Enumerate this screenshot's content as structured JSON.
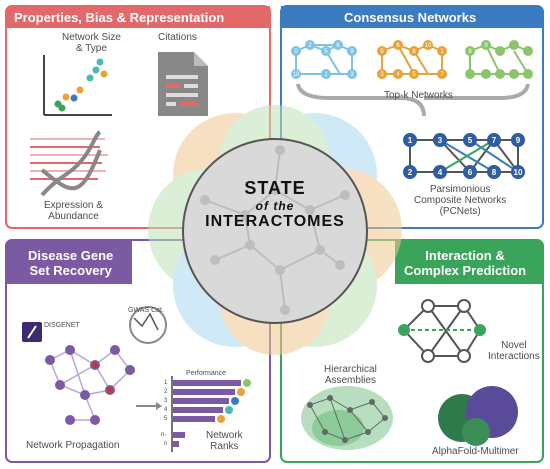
{
  "panels": {
    "properties": {
      "title": "Properties, Bias & Representation",
      "labels": {
        "network_size": "Network Size\n& Type",
        "citations": "Citations",
        "expression": "Expression &\nAbundance"
      }
    },
    "consensus": {
      "title": "Consensus Networks",
      "labels": {
        "topk": "Top-k Networks",
        "pcnets": "Parsimonious\nComposite Networks\n(PCNets)"
      },
      "small_network_nodes": [
        "0",
        "2",
        "5",
        "6",
        "9",
        "10",
        "1",
        "3",
        "5",
        "6",
        "8",
        "10",
        "1",
        "3",
        "4",
        "5",
        "7",
        "8",
        "9"
      ],
      "pcnet_nodes": [
        "1",
        "3",
        "5",
        "7",
        "9",
        "2",
        "4",
        "6",
        "8",
        "10"
      ]
    },
    "disease": {
      "title": "Disease Gene\nSet Recovery",
      "labels": {
        "disgenet": "DISGENET",
        "gwas": "GWAS Cat.",
        "performance": "Performance",
        "propagation": "Network Propagation",
        "ranks": "Network\nRanks",
        "rank_ticks": [
          "1",
          "2",
          "3",
          "4",
          "5",
          "n-",
          "n"
        ]
      }
    },
    "prediction": {
      "title": "Interaction &\nComplex Prediction",
      "labels": {
        "novel": "Novel\nInteractions",
        "hierarchical": "Hierarchical\nAssemblies",
        "alphafold": "AlphaFold-Multimer"
      }
    }
  },
  "center": {
    "line1": "State",
    "line2": "of the",
    "line3": "Interactomes"
  },
  "colors": {
    "red": "#e2686a",
    "blue": "#3a7cbf",
    "purple": "#7b5aa3",
    "green": "#3aa55a",
    "orange": "#e8a23a",
    "teal": "#4cb8b8"
  }
}
